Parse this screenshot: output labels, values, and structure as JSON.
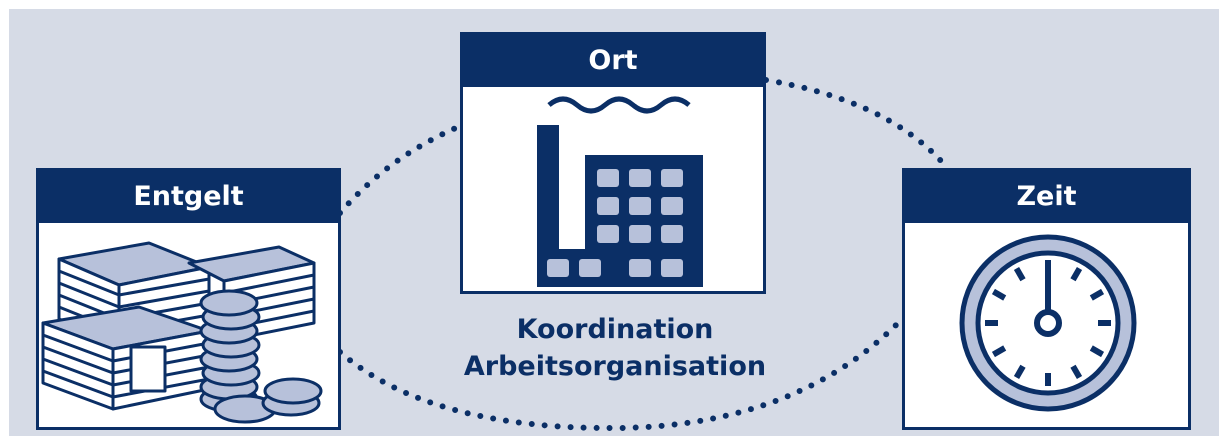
{
  "cards": {
    "ort": {
      "title": "Ort",
      "icon": "factory-icon"
    },
    "entgelt": {
      "title": "Entgelt",
      "icon": "money-icon"
    },
    "zeit": {
      "title": "Zeit",
      "icon": "clock-icon"
    }
  },
  "center": {
    "line1": "Koordination",
    "line2": "Arbeitsorganisation"
  },
  "colors": {
    "navy": "#0b2f66",
    "background": "#d6dbe6",
    "illustration_fill": "#b7c1da"
  }
}
